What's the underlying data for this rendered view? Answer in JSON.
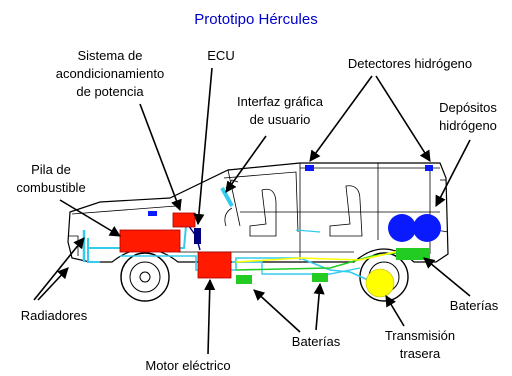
{
  "title": "Prototipo Hércules",
  "colors": {
    "title": "#0000cc",
    "red": "#ff1a00",
    "green": "#22cc22",
    "yellow": "#ffff00",
    "blue": "#0a1aff",
    "cyan": "#33ccee",
    "navy": "#000080"
  },
  "labels": {
    "sistema_line1": "Sistema de",
    "sistema_line2": "acondicionamiento",
    "sistema_line3": "de potencia",
    "ecu": "ECU",
    "detectores": "Detectores hidrógeno",
    "interfaz_line1": "Interfaz gráfica",
    "interfaz_line2": "de usuario",
    "depositos_line1": "Depósitos",
    "depositos_line2": "hidrógeno",
    "pila_line1": "Pila de",
    "pila_line2": "combustible",
    "radiadores": "Radiadores",
    "baterias_right": "Baterías",
    "baterias_bottom": "Baterías",
    "transmision_line1": "Transmisión",
    "transmision_line2": "trasera",
    "motor": "Motor eléctrico"
  }
}
